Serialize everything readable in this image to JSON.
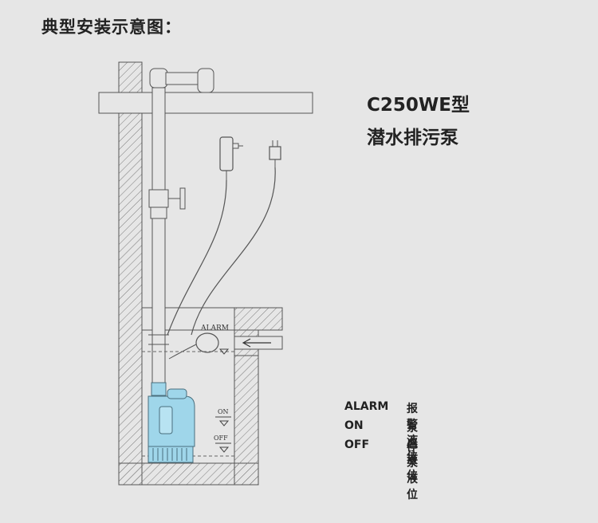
{
  "page_title": "典型安装示意图：",
  "product": {
    "model": "C250WE型",
    "name": "潜水排污泵"
  },
  "diagram_labels": {
    "alarm": "ALARM",
    "on": "ON",
    "off": "OFF"
  },
  "legend": [
    {
      "key": "ALARM",
      "desc": "报警液位"
    },
    {
      "key": "ON",
      "desc": "泵启液位"
    },
    {
      "key": "OFF",
      "desc": "停泵液位"
    }
  ],
  "colors": {
    "background": "#e6e6e6",
    "pump": "#9fd6ea",
    "line": "#555555"
  }
}
